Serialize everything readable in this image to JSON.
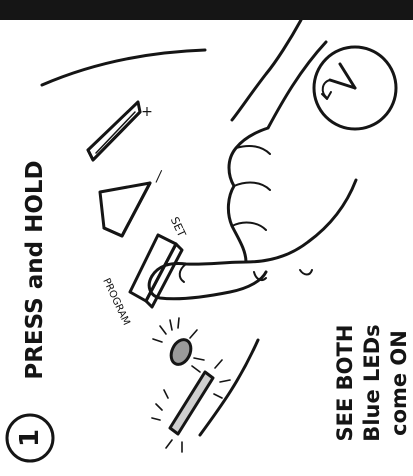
{
  "step": {
    "number": "1",
    "instruction": "PRESS and HOLD"
  },
  "button_labels": {
    "set": "SET",
    "program": "PROGRAM",
    "plus": "+",
    "minus": "—"
  },
  "result": {
    "line1": "SEE BOTH",
    "line2": "Blue LEDs",
    "line3": "come ON"
  },
  "colors": {
    "ink": "#151515",
    "background": "#ffffff",
    "led_fill": "#9a9a9a"
  }
}
